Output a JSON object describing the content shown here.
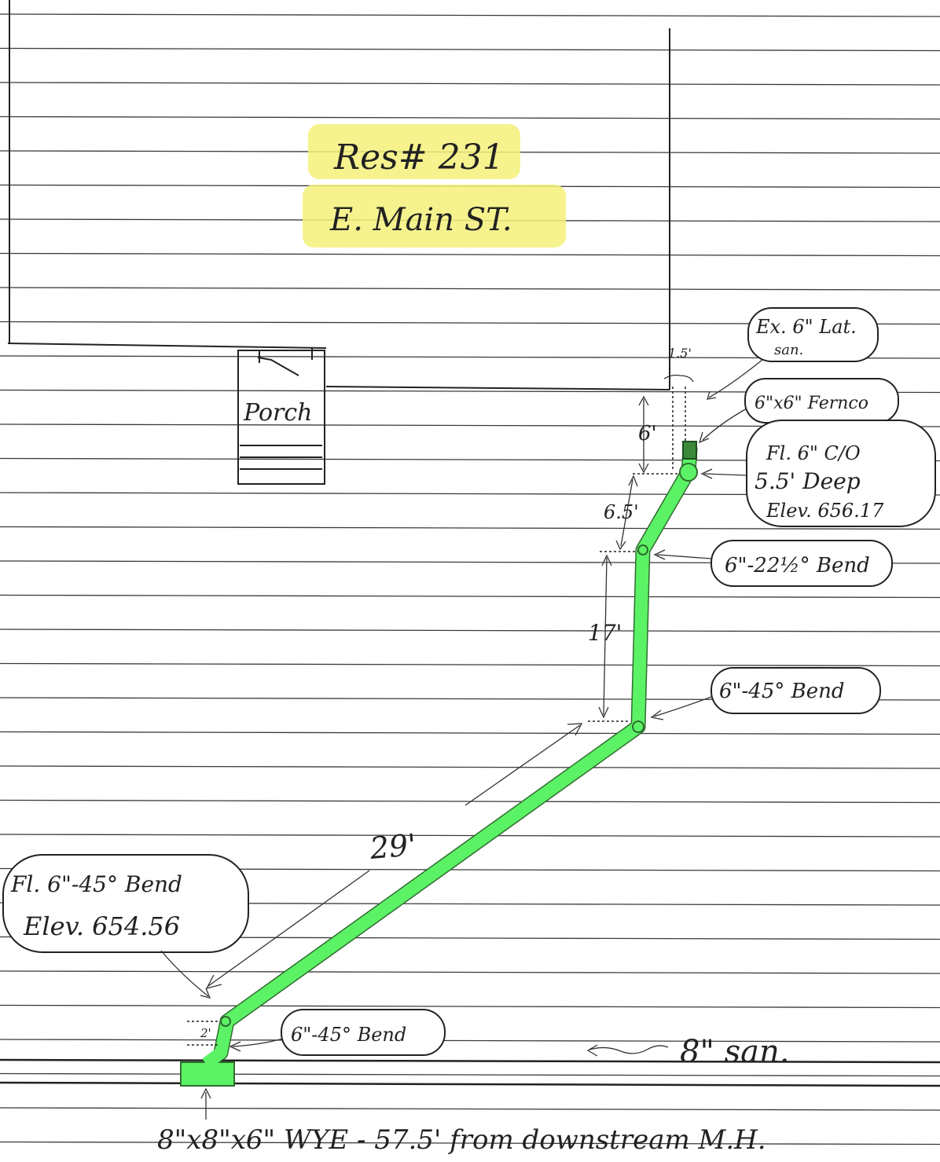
{
  "colors": {
    "pipe": "#5cf266",
    "highlight": "#f4f17a",
    "ink": "#222222",
    "paper": "#ffffff"
  },
  "title": {
    "line1": "Res# 231",
    "line2": "E. Main ST."
  },
  "porch_label": "Porch",
  "main_label": "8\" san.",
  "wye_caption": "8\"x8\"x6\" WYE - 57.5' from downstream M.H.",
  "callouts": {
    "ex_lateral": {
      "line1": "Ex. 6\" Lat.",
      "line2": "san."
    },
    "fernco": "6\"x6\" Fernco",
    "cleanout": {
      "line1": "Fl. 6\" C/O",
      "line2": "5.5' Deep",
      "line3": "Elev. 656.17"
    },
    "bend_22": "6\"-22½° Bend",
    "bend_45_upper": "6\"-45° Bend",
    "flow_bend": {
      "line1": "Fl. 6\"-45° Bend",
      "line2": "Elev. 654.56"
    },
    "bend_45_lower": "6\"-45° Bend"
  },
  "dimensions": {
    "offset": "1.5'",
    "seg_a": "6'",
    "seg_b": "6.5'",
    "seg_c": "17'",
    "seg_d": "29'",
    "seg_e": "2'"
  }
}
